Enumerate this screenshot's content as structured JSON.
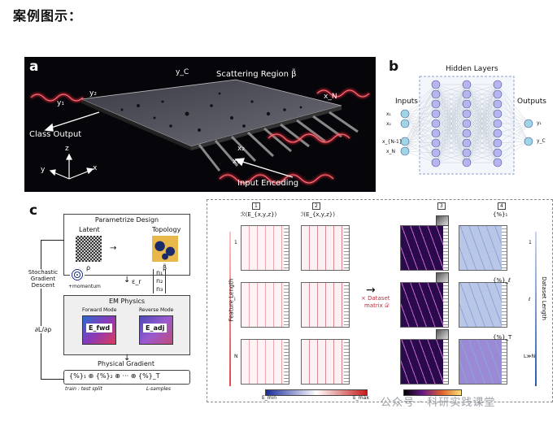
{
  "heading": "案例图示：",
  "panel_a": {
    "letter": "a",
    "region_label": "Scattering Region β̃",
    "class_output": "Class Output",
    "input_encoding": "Input Encoding",
    "y1": "y₁",
    "y2": "y₂",
    "yc": "y_C",
    "x1": "x₁",
    "x2": "x₂",
    "xn": "x_N",
    "axis_x": "x",
    "axis_y": "y",
    "axis_z": "z"
  },
  "panel_b": {
    "letter": "b",
    "hidden_layers": "Hidden Layers",
    "inputs": "Inputs",
    "outputs": "Outputs",
    "in1": "x₁",
    "in2": "x₂",
    "in3": "x_{N-1}",
    "in4": "x_N",
    "out1": "y₁",
    "out2": "y_C"
  },
  "panel_c": {
    "letter": "c",
    "parametrize_design": "Parametrize Design",
    "latent": "Latent",
    "topology": "Topology",
    "rho": "ρ",
    "beta": "β̃",
    "eps": "ε_r",
    "n1": "n₁",
    "n2": "n₂",
    "n3": "n₃",
    "sgd1": "Stochastic",
    "sgd2": "Gradient",
    "sgd3": "Descent",
    "momentum": "+momentum",
    "em_physics": "EM Physics",
    "forward_mode": "Forward Mode",
    "reverse_mode": "Reverse Mode",
    "e_fwd": "E_fwd",
    "e_adj": "E_adj",
    "dl_drho": "∂L/∂ρ",
    "physical_gradient": "Physical Gradient",
    "train_test": "train : test  split",
    "l_samples": "L-samples",
    "col1_num": "1",
    "col2_num": "2",
    "col3_num": "3",
    "col4_num": "4",
    "col1_title": "ℛ(E_{x,y,z})",
    "col2_title": "ℐ(E_{x,y,z})",
    "col4_title1": "{%}₁",
    "col4_title2": "{%}_ℓ",
    "col4_title3": "{%}_T",
    "feature_length": "Feature Length",
    "dataset_length": "Dataset Length",
    "row1": "1",
    "row2": "i",
    "row3": "N",
    "rrow1": "1",
    "rrow2": "ℓ",
    "rrow3": "L≫N",
    "dataset_matrix": "× Dataset",
    "dataset_matrix2": "matrix 𝒟",
    "cb_min": "E_min",
    "cb_max": "E_max"
  },
  "watermark": "公众号 · 科研实践课堂"
}
